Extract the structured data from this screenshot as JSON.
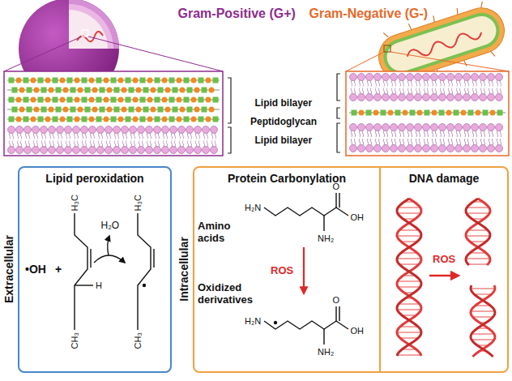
{
  "diagram": {
    "nodes": [
      {
        "text": [
          "Lipid peroxidation"
        ]
      },
      {
        "text": [
          "Protein Carbonylation"
        ]
      },
      {
        "text": [
          "DNA damage"
        ]
      }
    ],
    "labels": [
      "Gram-Positive (G+)",
      "Gram-Negative (G-)",
      "Lipid bilayer",
      "Peptidoglycan",
      "Lipid bilayer",
      "Extracellular",
      "•OH",
      "+",
      "H₂O",
      "H₃C",
      "H",
      "CH₃",
      "H₃C",
      "CH₃",
      "Intracellular",
      "Amino acids",
      "H₂N",
      "NH₂",
      "OH",
      "O",
      "ROS",
      "Oxidized derivatives",
      "H₂N",
      "NH₂",
      "OH",
      "O",
      "ROS"
    ]
  }
}
